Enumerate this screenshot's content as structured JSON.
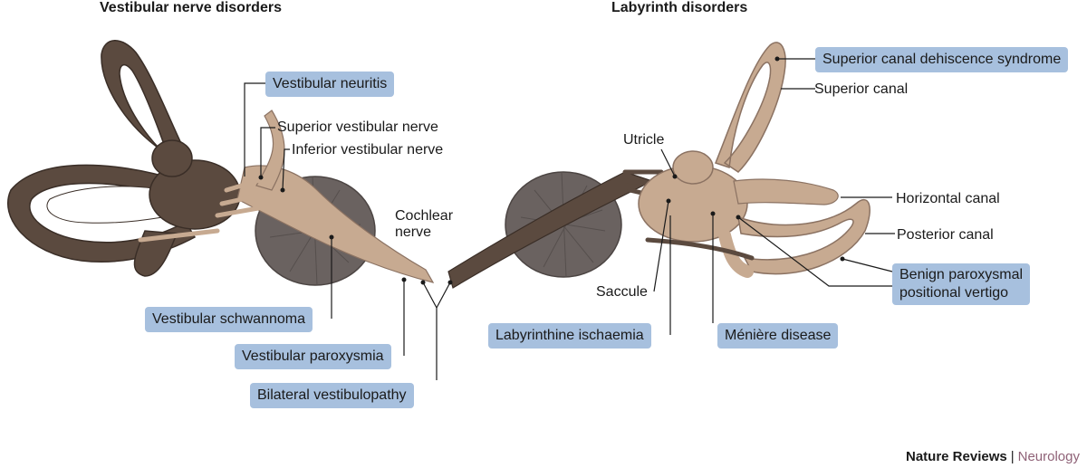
{
  "sections": {
    "left_title": "Vestibular nerve disorders",
    "right_title": "Labyrinth disorders"
  },
  "left": {
    "disorders": {
      "vestibular_neuritis": "Vestibular neuritis",
      "vestibular_schwannoma": "Vestibular schwannoma",
      "vestibular_paroxysmia": "Vestibular paroxysmia",
      "bilateral_vestibulopathy": "Bilateral vestibulopathy"
    },
    "structures": {
      "superior_vestibular_nerve": "Superior vestibular nerve",
      "inferior_vestibular_nerve": "Inferior vestibular nerve",
      "cochlear_line1": "Cochlear",
      "cochlear_line2": "nerve"
    }
  },
  "right": {
    "disorders": {
      "superior_canal_dehiscence": "Superior canal dehiscence syndrome",
      "bppv_line1": "Benign paroxysmal",
      "bppv_line2": "positional vertigo",
      "labyrinthine_ischaemia": "Labyrinthine ischaemia",
      "meniere_disease": "Ménière disease"
    },
    "structures": {
      "superior_canal": "Superior canal",
      "utricle": "Utricle",
      "horizontal_canal": "Horizontal canal",
      "posterior_canal": "Posterior canal",
      "saccule": "Saccule"
    }
  },
  "footer": {
    "publisher": "Nature Reviews",
    "separator": "|",
    "journal": "Neurology"
  },
  "colors": {
    "dark_labyrinth": "#5b4a3f",
    "light_labyrinth": "#c7aa91",
    "cochlea": "#6a6260",
    "tag_fill": "#a7c0de",
    "journal_accent": "#8f6277"
  }
}
